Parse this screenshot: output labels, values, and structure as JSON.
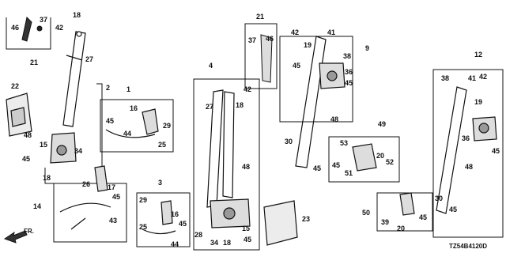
{
  "labels": {
    "c46a": "46",
    "c37a": "37",
    "c21a": "21",
    "c18a": "18",
    "c42a": "42",
    "c27a": "27",
    "c2": "2",
    "c22": "22",
    "c48a": "48",
    "c15a": "15",
    "c45a": "45",
    "c34a": "34",
    "c18b": "18",
    "c1": "1",
    "c16a": "16",
    "c45b": "45",
    "c44a": "44",
    "c29a": "29",
    "c25a": "25",
    "c14": "14",
    "c26": "26",
    "c17": "17",
    "c45c": "45",
    "c43": "43",
    "c3": "3",
    "c29b": "29",
    "c25b": "25",
    "c16b": "16",
    "c45d": "45",
    "c44b": "44",
    "c4": "4",
    "c27b": "27",
    "c18c": "18",
    "c42b": "42",
    "c48b": "48",
    "c28": "28",
    "c34b": "34",
    "c18d": "18",
    "c15b": "15",
    "c45e": "45",
    "c21b": "21",
    "c37b": "37",
    "c46b": "46",
    "c23": "23",
    "c42c": "42",
    "c41a": "41",
    "c19a": "19",
    "c9": "9",
    "c38a": "38",
    "c45f": "45",
    "c36a": "36",
    "c45g": "45",
    "c48c": "48",
    "c30a": "30",
    "c45h": "45",
    "c49": "49",
    "c53": "53",
    "c45i": "45",
    "c51": "51",
    "c20a": "20",
    "c52": "52",
    "c12": "12",
    "c38b": "38",
    "c41b": "41",
    "c42d": "42",
    "c19b": "19",
    "c36b": "36",
    "c45j": "45",
    "c48d": "48",
    "c30b": "30",
    "c45k": "45",
    "c50": "50",
    "c39": "39",
    "c20b": "20",
    "c45l": "45"
  },
  "diagram_code": "TZ54B4120D",
  "direction_label": "FR."
}
